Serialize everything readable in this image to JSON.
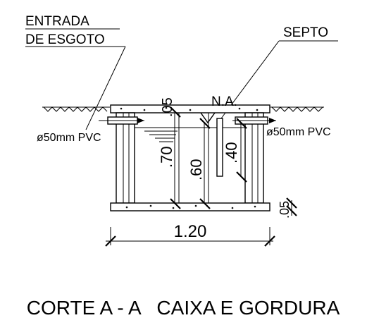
{
  "labels": {
    "inlet_line1": "ENTRADA",
    "inlet_line2": "DE ESGOTO",
    "septum": "SEPTO",
    "water_level": "N.A.",
    "pipe_left": "ø50mm PVC",
    "pipe_right": "ø50mm PVC"
  },
  "dimensions": {
    "width": "1.20",
    "top_gap": ".05",
    "depth_total": ".70",
    "depth_water": ".60",
    "septum_depth": ".40",
    "bottom_slab": ".05"
  },
  "title": "CORTE A - A   CAIXA E GORDURA",
  "colors": {
    "ink": "#000000",
    "background": "#ffffff"
  }
}
